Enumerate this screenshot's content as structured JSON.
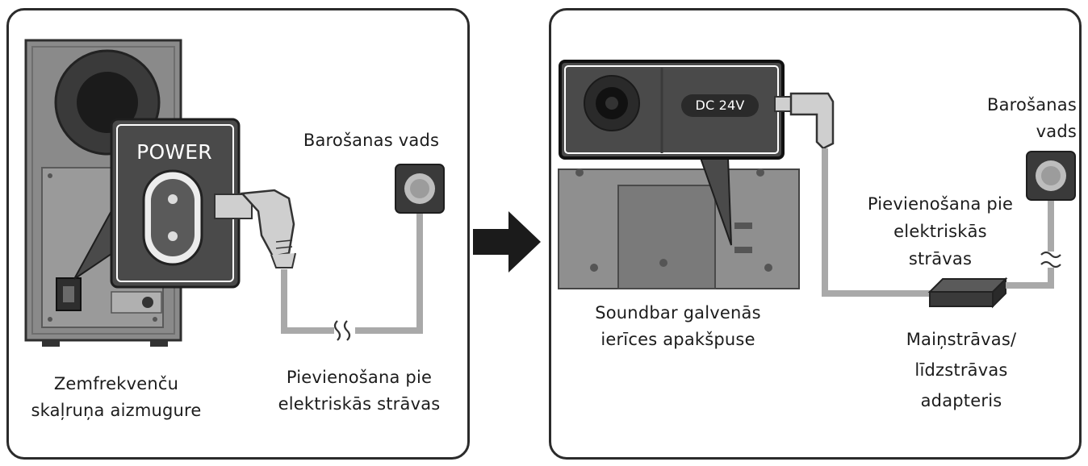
{
  "left_panel": {
    "socket_label": "POWER",
    "power_cord_label": "Barošanas vads",
    "outlet_label": [
      "Pievienošana pie",
      "elektriskās strāvas"
    ],
    "subwoofer_label": [
      "Zemfrekvenču",
      "skaļruņa aizmugure"
    ]
  },
  "right_panel": {
    "dc_label": "DC 24V",
    "soundbar_label": [
      "Soundbar galvenās",
      "ierīces apakšpuse"
    ],
    "power_cord_label": [
      "Barošanas",
      "vads"
    ],
    "outlet_label": [
      "Pievienošana pie",
      "elektriskās",
      "strāvas"
    ],
    "adapter_label": [
      "Maiņstrāvas/",
      "līdzstrāvas",
      "adapteris"
    ]
  },
  "icons": {
    "arrow": "right-arrow-icon",
    "outlet": "wall-outlet-icon",
    "cable_break": "cable-break-icon"
  },
  "colors": {
    "border": "#2b2b2b",
    "device_dark": "#4a4a4a",
    "device_mid": "#8c8c8c",
    "cable": "#a9a9a9"
  }
}
